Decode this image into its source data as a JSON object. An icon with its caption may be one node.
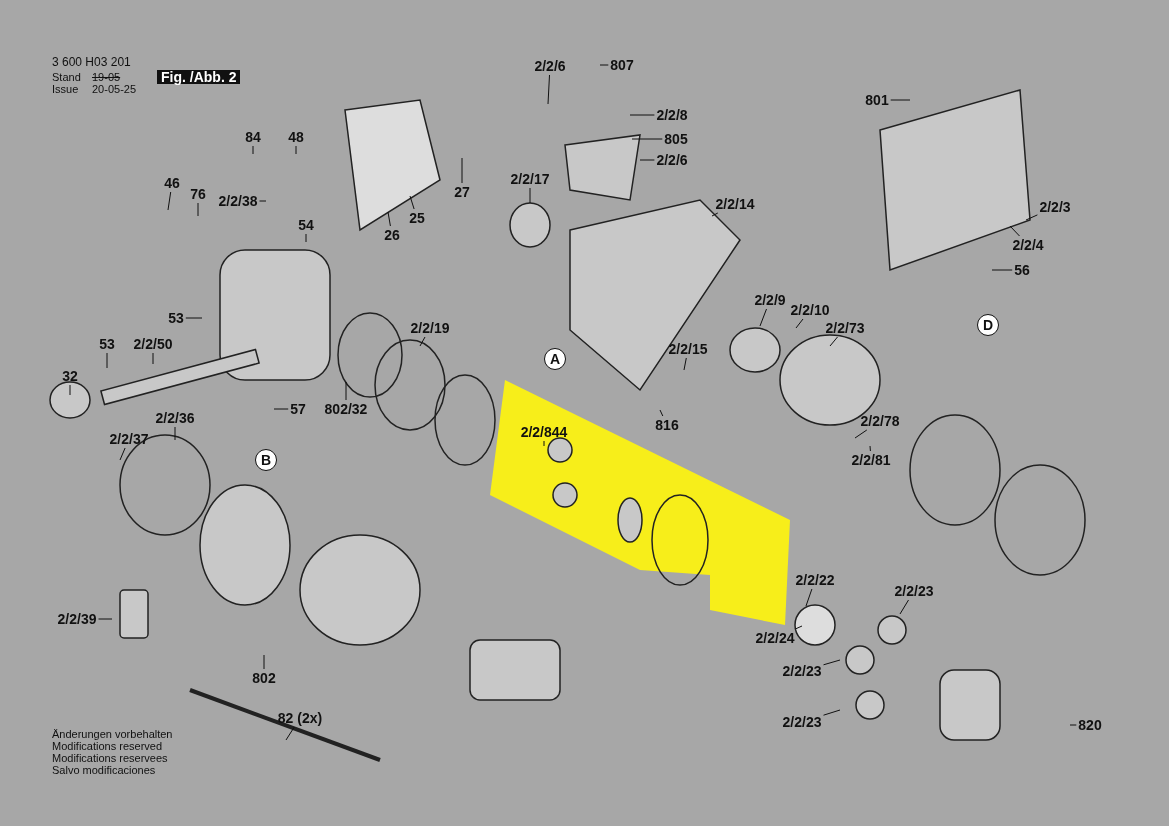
{
  "diagram": {
    "nodes": [
      {
        "text": [
          "2/2/6"
        ]
      },
      {
        "text": [
          "807"
        ]
      },
      {
        "text": [
          "2/2/8"
        ]
      },
      {
        "text": [
          "805"
        ]
      },
      {
        "text": [
          "2/2/6"
        ]
      },
      {
        "text": [
          "801"
        ]
      },
      {
        "text": [
          "84"
        ]
      },
      {
        "text": [
          "48"
        ]
      },
      {
        "text": [
          "46"
        ]
      },
      {
        "text": [
          "76"
        ]
      },
      {
        "text": [
          "2/2/38"
        ]
      },
      {
        "text": [
          "27"
        ]
      },
      {
        "text": [
          "2/2/17"
        ]
      },
      {
        "text": [
          "2/2/14"
        ]
      },
      {
        "text": [
          "25"
        ]
      },
      {
        "text": [
          "26"
        ]
      },
      {
        "text": [
          "54"
        ]
      },
      {
        "text": [
          "2/2/3"
        ]
      },
      {
        "text": [
          "2/2/4"
        ]
      },
      {
        "text": [
          "56"
        ]
      },
      {
        "text": [
          "53"
        ]
      },
      {
        "text": [
          "2/2/19"
        ]
      },
      {
        "text": [
          "2/2/9"
        ]
      },
      {
        "text": [
          "2/2/10"
        ]
      },
      {
        "text": [
          "2/2/73"
        ]
      },
      {
        "text": [
          "53"
        ]
      },
      {
        "text": [
          "2/2/50"
        ]
      },
      {
        "text": [
          "2/2/15"
        ]
      },
      {
        "text": [
          "32"
        ]
      },
      {
        "text": [
          "2/2/36"
        ]
      },
      {
        "text": [
          "57"
        ]
      },
      {
        "text": [
          "802/32"
        ]
      },
      {
        "text": [
          "816"
        ]
      },
      {
        "text": [
          "2/2/78"
        ]
      },
      {
        "text": [
          "2/2/37"
        ]
      },
      {
        "text": [
          "2/2/81"
        ]
      },
      {
        "text": [
          "2/2/844"
        ]
      },
      {
        "text": [
          "2/2/22"
        ]
      },
      {
        "text": [
          "2/2/23"
        ]
      },
      {
        "text": [
          "2/2/24"
        ]
      },
      {
        "text": [
          "2/2/39"
        ]
      },
      {
        "text": [
          "2/2/23"
        ]
      },
      {
        "text": [
          "802"
        ]
      },
      {
        "text": [
          "820"
        ]
      },
      {
        "text": [
          "2/2/23"
        ]
      },
      {
        "text": [
          "82 (2x)"
        ]
      },
      {
        "text": [
          "A"
        ]
      },
      {
        "text": [
          "B"
        ]
      },
      {
        "text": [
          "D"
        ]
      }
    ],
    "edges": [
      {
        "from": 0,
        "to": null,
        "arrow": "none"
      },
      {
        "from": 1,
        "to": null,
        "arrow": "none"
      },
      {
        "from": 2,
        "to": null,
        "arrow": "none"
      },
      {
        "from": 3,
        "to": null,
        "arrow": "none"
      },
      {
        "from": 4,
        "to": null,
        "arrow": "none"
      },
      {
        "from": 5,
        "to": null,
        "arrow": "none"
      },
      {
        "from": 6,
        "to": null,
        "arrow": "none"
      },
      {
        "from": 7,
        "to": null,
        "arrow": "none"
      },
      {
        "from": 8,
        "to": null,
        "arrow": "none"
      },
      {
        "from": 9,
        "to": null,
        "arrow": "none"
      },
      {
        "from": 10,
        "to": null,
        "arrow": "none"
      },
      {
        "from": 11,
        "to": null,
        "arrow": "none"
      },
      {
        "from": 12,
        "to": null,
        "arrow": "none"
      },
      {
        "from": 13,
        "to": null,
        "arrow": "none"
      },
      {
        "from": 14,
        "to": null,
        "arrow": "none"
      },
      {
        "from": 15,
        "to": null,
        "arrow": "none"
      },
      {
        "from": 16,
        "to": null,
        "arrow": "none"
      },
      {
        "from": 17,
        "to": null,
        "arrow": "none"
      },
      {
        "from": 18,
        "to": null,
        "arrow": "none"
      },
      {
        "from": 19,
        "to": null,
        "arrow": "none"
      },
      {
        "from": 20,
        "to": null,
        "arrow": "none"
      },
      {
        "from": 21,
        "to": null,
        "arrow": "none"
      },
      {
        "from": 22,
        "to": null,
        "arrow": "none"
      },
      {
        "from": 23,
        "to": null,
        "arrow": "none"
      },
      {
        "from": 24,
        "to": null,
        "arrow": "none"
      },
      {
        "from": 25,
        "to": null,
        "arrow": "none"
      },
      {
        "from": 26,
        "to": null,
        "arrow": "none"
      },
      {
        "from": 27,
        "to": null,
        "arrow": "none"
      },
      {
        "from": 28,
        "to": null,
        "arrow": "none"
      },
      {
        "from": 29,
        "to": null,
        "arrow": "none"
      },
      {
        "from": 30,
        "to": null,
        "arrow": "none"
      },
      {
        "from": 31,
        "to": null,
        "arrow": "none"
      },
      {
        "from": 32,
        "to": null,
        "arrow": "none"
      },
      {
        "from": 33,
        "to": null,
        "arrow": "none"
      },
      {
        "from": 34,
        "to": null,
        "arrow": "none"
      },
      {
        "from": 35,
        "to": null,
        "arrow": "none"
      },
      {
        "from": 36,
        "to": null,
        "arrow": "none"
      },
      {
        "from": 37,
        "to": null,
        "arrow": "none"
      },
      {
        "from": 38,
        "to": null,
        "arrow": "none"
      },
      {
        "from": 39,
        "to": null,
        "arrow": "none"
      },
      {
        "from": 40,
        "to": null,
        "arrow": "none"
      },
      {
        "from": 41,
        "to": null,
        "arrow": "none"
      },
      {
        "from": 42,
        "to": null,
        "arrow": "none"
      },
      {
        "from": 43,
        "to": null,
        "arrow": "none"
      },
      {
        "from": 44,
        "to": null,
        "arrow": "none"
      },
      {
        "from": 45,
        "to": null,
        "arrow": "none"
      }
    ],
    "labels": [
      "3 600 H03 201",
      "Stand",
      "19-05",
      "Issue",
      "20-05-25",
      "Fig. /Abb. 2",
      "Änderungen vorbehalten",
      "Modifications reserved",
      "Modifications reservees",
      "Salvo modificaciones"
    ]
  }
}
